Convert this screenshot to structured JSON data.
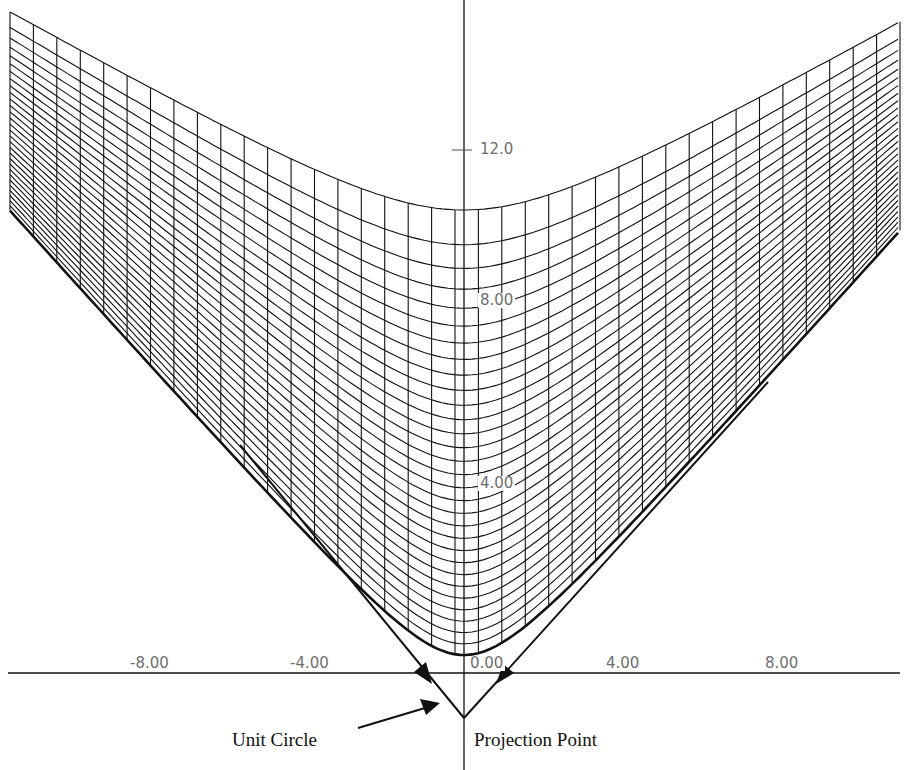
{
  "diagram": {
    "labels": [
      "12.0",
      "8.00",
      "4.00",
      "-8.00",
      "-4.00",
      "0.00",
      "4.00",
      "8.00",
      "Unit Circle",
      "Projection Point"
    ]
  }
}
